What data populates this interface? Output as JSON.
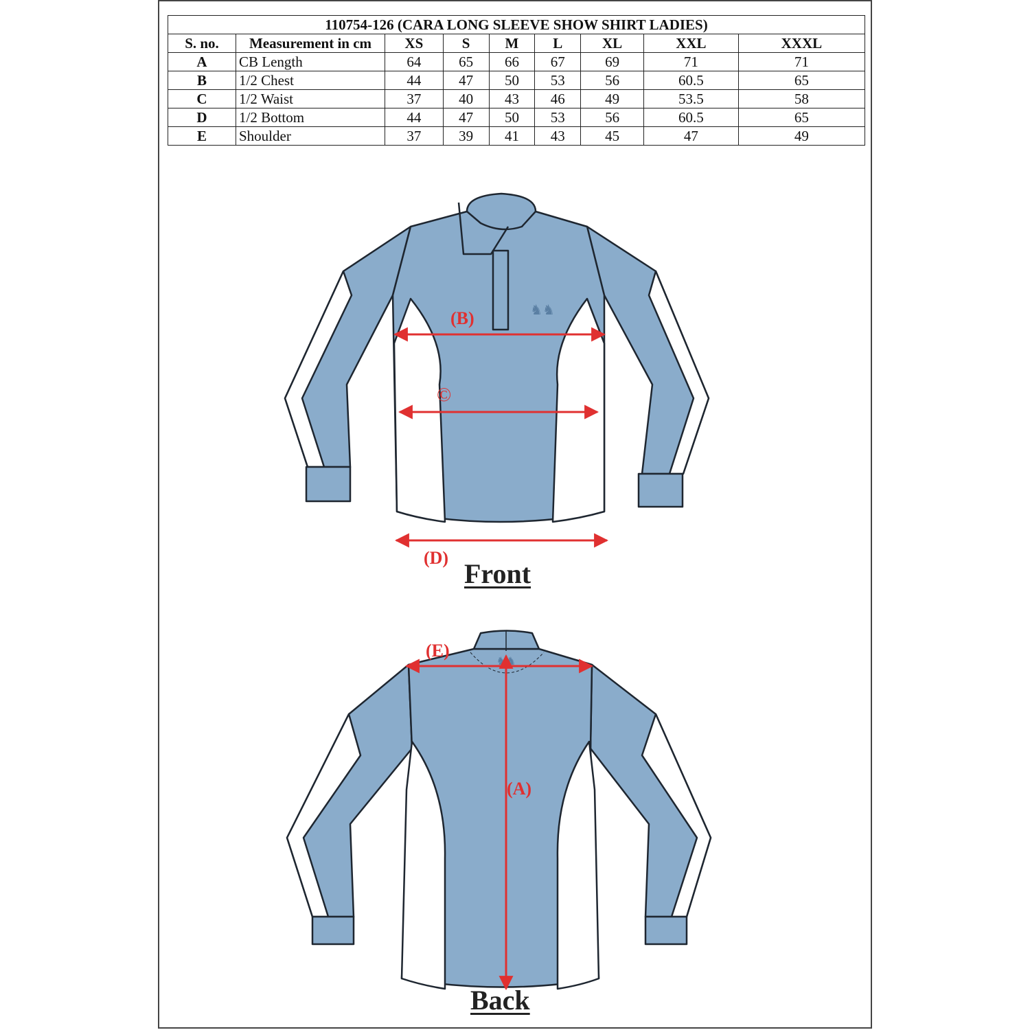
{
  "spec_sheet": {
    "title": "110754-126 (CARA LONG SLEEVE SHOW SHIRT LADIES)",
    "columns": [
      "S. no.",
      "Measurement in cm",
      "XS",
      "S",
      "M",
      "L",
      "XL",
      "XXL",
      "XXXL"
    ],
    "rows": [
      {
        "sno": "A",
        "measurement": "CB Length",
        "values": [
          "64",
          "65",
          "66",
          "67",
          "69",
          "71",
          "71"
        ]
      },
      {
        "sno": "B",
        "measurement": "1/2 Chest",
        "values": [
          "44",
          "47",
          "50",
          "53",
          "56",
          "60.5",
          "65"
        ]
      },
      {
        "sno": "C",
        "measurement": "1/2 Waist",
        "values": [
          "37",
          "40",
          "43",
          "46",
          "49",
          "53.5",
          "58"
        ]
      },
      {
        "sno": "D",
        "measurement": "1/2 Bottom",
        "values": [
          "44",
          "47",
          "50",
          "53",
          "56",
          "60.5",
          "65"
        ]
      },
      {
        "sno": "E",
        "measurement": "Shoulder",
        "values": [
          "37",
          "39",
          "41",
          "43",
          "45",
          "47",
          "49"
        ]
      }
    ]
  },
  "front_view": {
    "label": "Front",
    "markers": {
      "chest": "(B)",
      "waist": "©",
      "bottom": "(D)"
    }
  },
  "back_view": {
    "label": "Back",
    "markers": {
      "shoulder": "(E)",
      "length": "(A)"
    }
  },
  "colors": {
    "garment_blue": "#8aaccb",
    "outline": "#1e2630",
    "measure_red": "#e03030",
    "text": "#222222"
  }
}
